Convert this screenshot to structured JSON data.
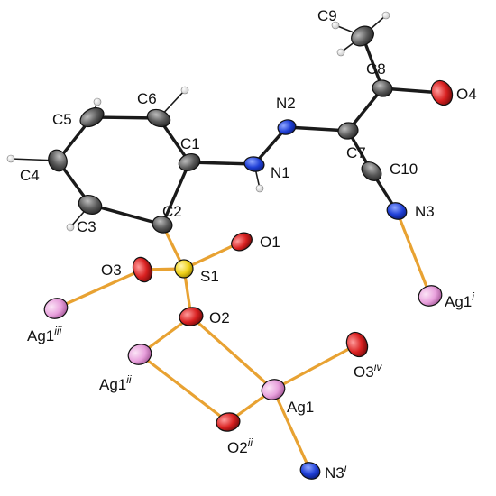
{
  "colors": {
    "carbon": "#5a5a5a",
    "nitrogen": "#1f3fd6",
    "oxygen": "#d92020",
    "sulfur": "#f0d21a",
    "silver": "#e8a0dc",
    "hydrogen": "#eeeeee",
    "metal_bond": "#e8a232",
    "organic_bond": "#1a1a1a"
  },
  "labels": {
    "C1": "C1",
    "C2": "C2",
    "C3": "C3",
    "C4": "C4",
    "C5": "C5",
    "C6": "C6",
    "C7": "C7",
    "C8": "C8",
    "C9": "C9",
    "C10": "C10",
    "N1": "N1",
    "N2": "N2",
    "N3": "N3",
    "O1": "O1",
    "O2": "O2",
    "O3": "O3",
    "O4": "O4",
    "S1": "S1",
    "Ag1": "Ag1",
    "Ag1_i": "Ag1",
    "Ag1_i_sup": "i",
    "Ag1_ii": "Ag1",
    "Ag1_ii_sup": "ii",
    "Ag1_iii": "Ag1",
    "Ag1_iii_sup": "iii",
    "O2_ii": "O2",
    "O2_ii_sup": "ii",
    "O3_iv": "O3",
    "O3_iv_sup": "iv",
    "N3_i": "N3",
    "N3_i_sup": "i"
  }
}
